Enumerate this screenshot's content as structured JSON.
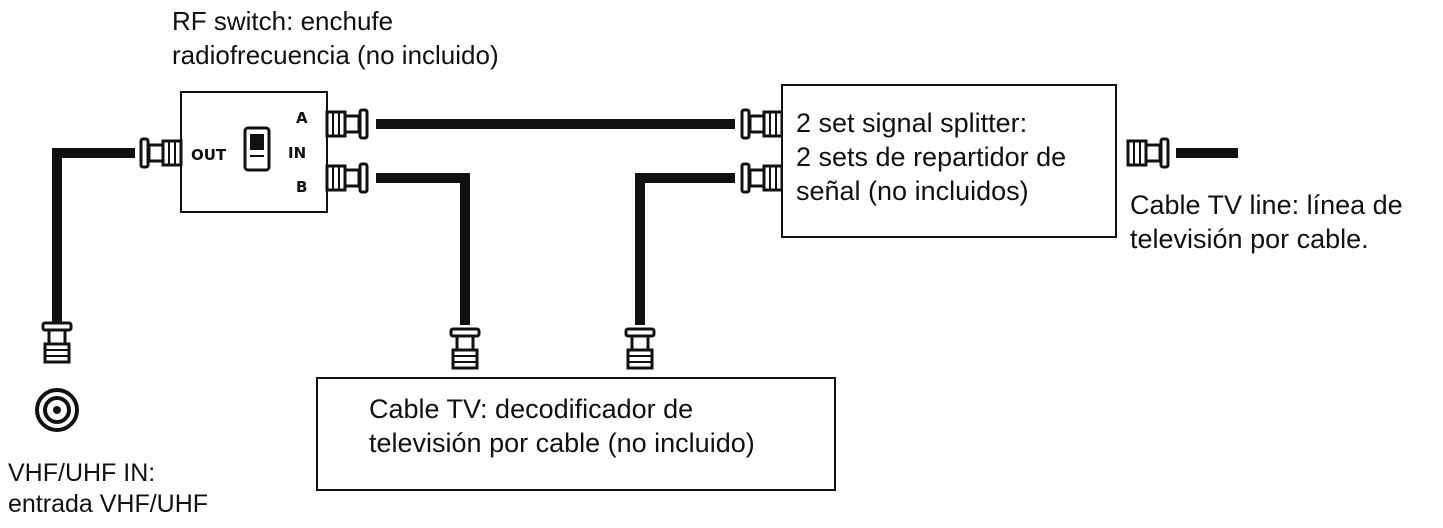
{
  "rf_switch": {
    "label_line1": "RF switch: enchufe",
    "label_line2": "radiofrecuencia (no incluido)",
    "port_out": "OUT",
    "port_a": "A",
    "port_in": "IN",
    "port_b": "B"
  },
  "splitter": {
    "label_line1": "2 set signal splitter:",
    "label_line2": "2 sets de repartidor de",
    "label_line3": "señal (no incluidos)"
  },
  "cable_tv_line": {
    "label_line1": "Cable TV line: línea de",
    "label_line2": "televisión por cable."
  },
  "decoder": {
    "label_line1": "Cable TV: decodificador de",
    "label_line2": "televisión por cable (no incluido)"
  },
  "vhf_uhf_input": {
    "label_line1": "VHF/UHF IN:",
    "label_line2": "entrada VHF/UHF"
  },
  "icons": [
    "rf-switch-icon",
    "coax-connector-icon",
    "antenna-jack-icon",
    "toggle-switch-icon"
  ],
  "colors": {
    "line": "#111111",
    "background": "#ffffff",
    "connector_fill": "#ffffff"
  }
}
